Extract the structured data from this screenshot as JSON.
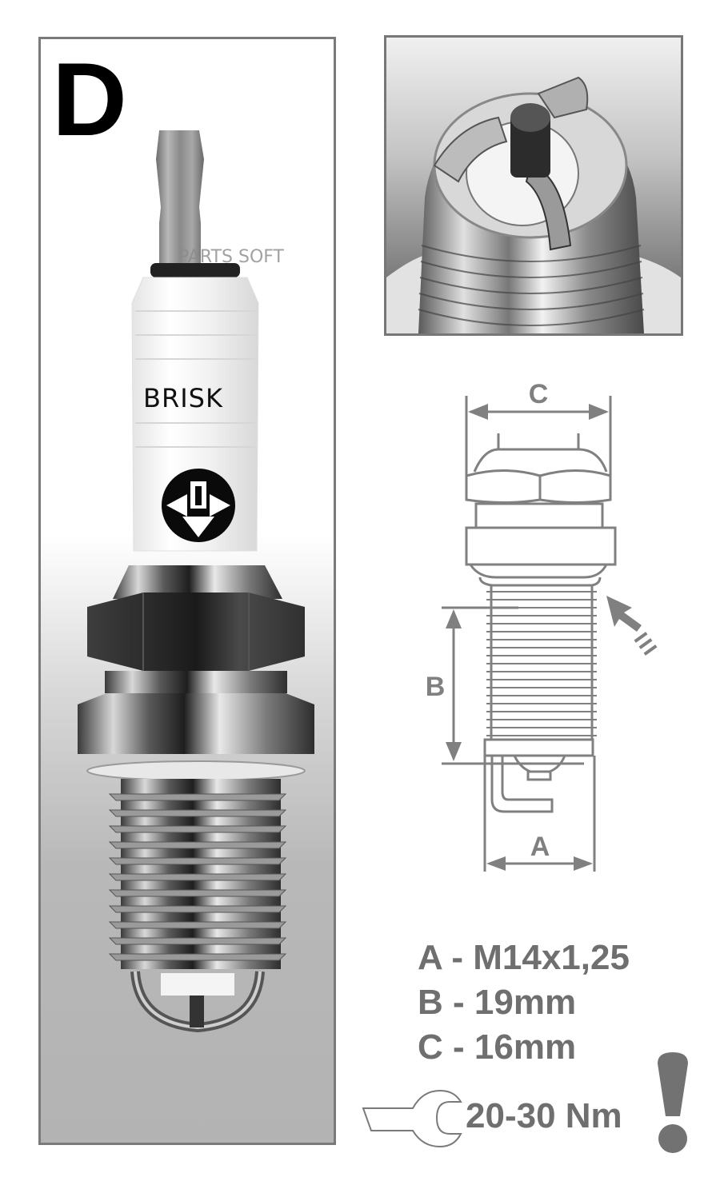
{
  "left_panel": {
    "variant_letter": "D",
    "watermark": "PARTS SOFT",
    "brand_text": "BRISK",
    "logo_icon": "brisk-logo-icon"
  },
  "detail_panel": {
    "image_icon": "electrode-closeup-icon"
  },
  "dimension_diagram": {
    "label_c": "C",
    "label_b": "B",
    "label_a": "A",
    "seat_arrow_icon": "gasket-seat-arrow-icon"
  },
  "specs": [
    {
      "label": "A",
      "separator": "-",
      "value": "M14x1,25",
      "text": "A - M14x1,25"
    },
    {
      "label": "B",
      "separator": "-",
      "value": "19mm",
      "text": "B - 19mm"
    },
    {
      "label": "C",
      "separator": "-",
      "value": "16mm",
      "text": "C - 16mm"
    }
  ],
  "torque": {
    "icon": "wrench-icon",
    "value": "20-30 Nm",
    "warning_icon": "exclamation-icon"
  },
  "colors": {
    "text_gray": "#6f6f6f",
    "border_gray": "#7a7a7a",
    "line_gray": "#808080",
    "black": "#000000"
  }
}
